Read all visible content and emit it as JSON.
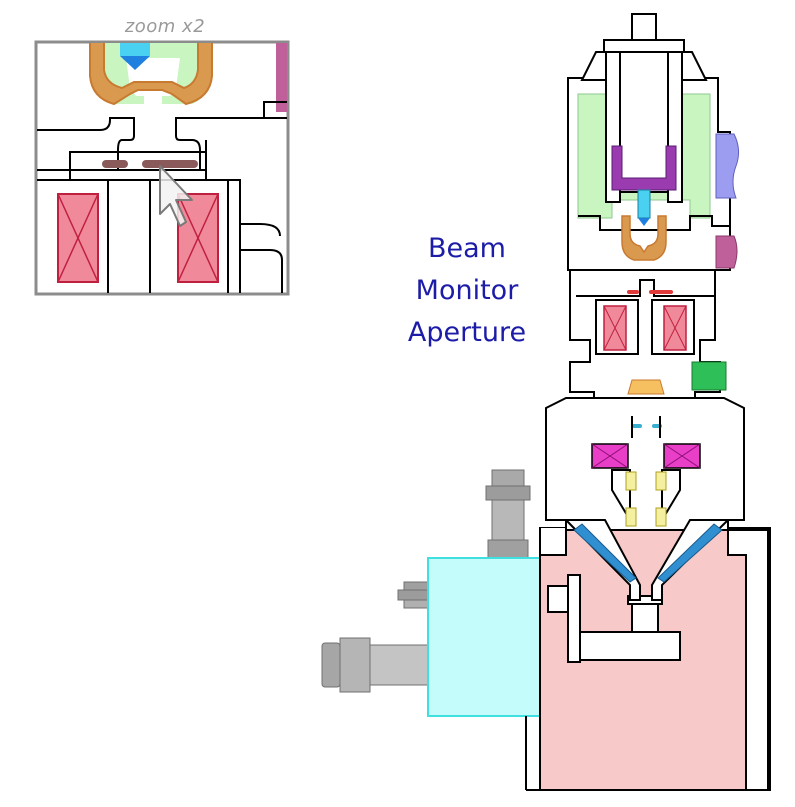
{
  "annotation": {
    "line1": "Beam",
    "line2": "Monitor",
    "line3": "Aperture"
  },
  "inset": {
    "label": "zoom x2"
  },
  "colors": {
    "outline": "#000000",
    "label": "#1c1ca8",
    "chamber_green": "#c8f5c0",
    "chamber_pink": "#f7c9c9",
    "load_lock_cyan": "#c4fbfb",
    "port_blue": "#9c9cf0",
    "port_magenta": "#c0609a",
    "port_green": "#2fbf58",
    "lens_coil": "#f08a9a",
    "lens_magenta": "#e83ec8",
    "aperture_red": "#e03a3a",
    "wehnelt_orange": "#c87a30",
    "source_purple": "#9a3cb0",
    "tip_cyan": "#4ad0f0",
    "detector_blue": "#2f8fd0",
    "stigmator_yellow": "#e8e04a",
    "inset_frame": "#8c8c8c",
    "monitor_brown": "#8a5a5a"
  },
  "icons": {
    "pointer": "arrow-cursor-icon"
  }
}
